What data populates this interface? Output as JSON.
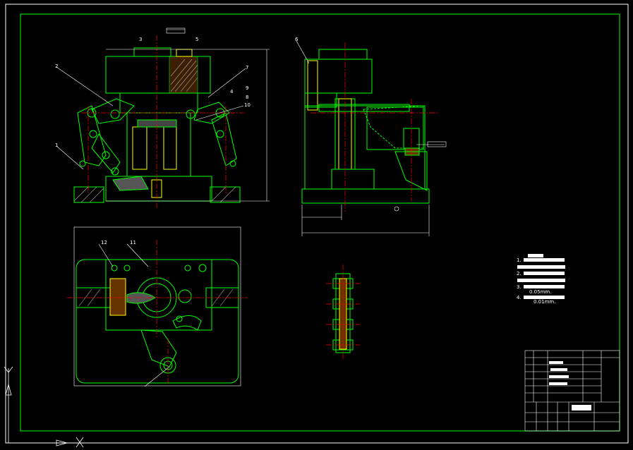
{
  "drawing": {
    "part_numbers": [
      "1",
      "2",
      "3",
      "4",
      "5",
      "6",
      "7",
      "8",
      "9",
      "10",
      "11",
      "12"
    ],
    "notes": {
      "item1_prefix": "1.",
      "item2_prefix": "2.",
      "item3_prefix": "3.",
      "item4_prefix": "4.",
      "tolerance_1": "0.05mm.",
      "tolerance_2": "0.01mm."
    },
    "colors": {
      "outline": "#00ff00",
      "centerline": "#ff0000",
      "dimension": "#ffffff",
      "hatch": "#aaaaaa",
      "yellow": "#ffff00",
      "background": "#000000"
    }
  }
}
